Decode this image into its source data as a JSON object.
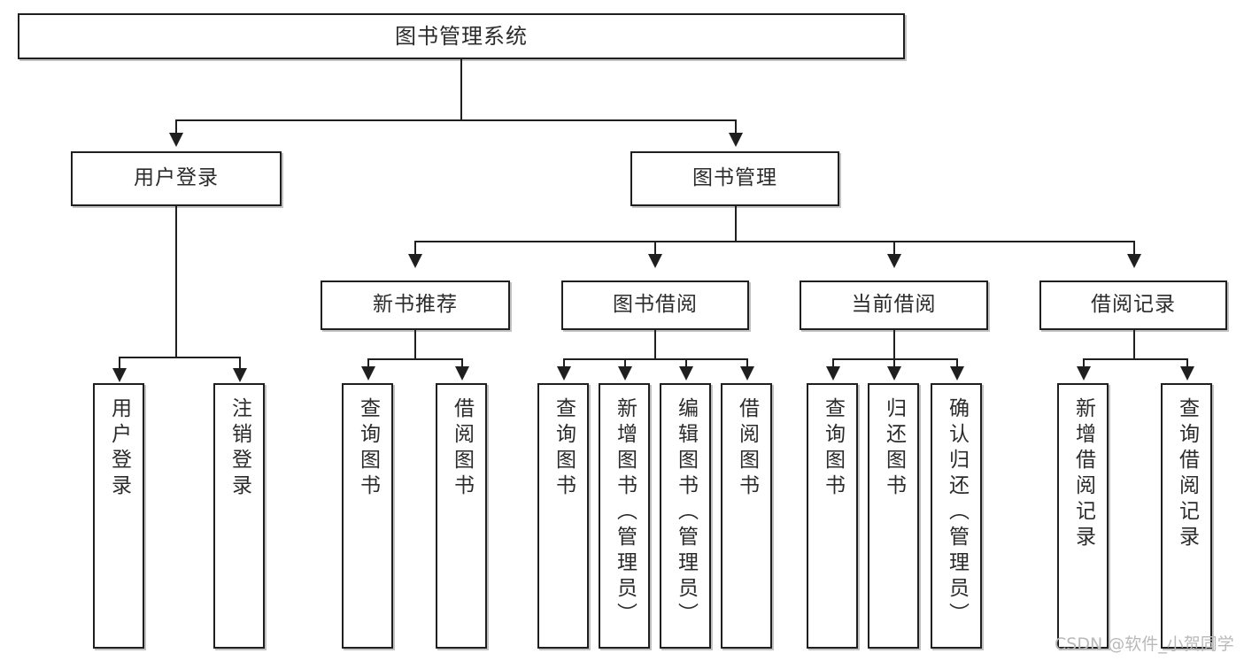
{
  "diagram": {
    "title": "图书管理系统",
    "type": "functional-structure-tree",
    "root": {
      "label": "图书管理系统"
    },
    "level2": [
      {
        "label": "用户登录"
      },
      {
        "label": "图书管理"
      }
    ],
    "level3": [
      {
        "label": "新书推荐"
      },
      {
        "label": "图书借阅"
      },
      {
        "label": "当前借阅"
      },
      {
        "label": "借阅记录"
      }
    ],
    "leaves": {
      "user_login": [
        {
          "label": "用户登录"
        },
        {
          "label": "注销登录"
        }
      ],
      "new_book_recommend": [
        {
          "label": "查询图书"
        },
        {
          "label": "借阅图书"
        }
      ],
      "book_borrow": [
        {
          "label": "查询图书"
        },
        {
          "label": "新增图书（管理员）"
        },
        {
          "label": "编辑图书（管理员）"
        },
        {
          "label": "借阅图书"
        }
      ],
      "current_borrow": [
        {
          "label": "查询图书"
        },
        {
          "label": "归还图书"
        },
        {
          "label": "确认归还（管理员）"
        }
      ],
      "borrow_record": [
        {
          "label": "新增借阅记录"
        },
        {
          "label": "查询借阅记录"
        }
      ]
    }
  },
  "watermark": {
    "text": "CSDN @软件_小贺同学"
  },
  "colors": {
    "stroke": "#1f1f1f",
    "text": "#2b2b2b",
    "background": "#ffffff",
    "watermark": "#b9b9b9"
  }
}
